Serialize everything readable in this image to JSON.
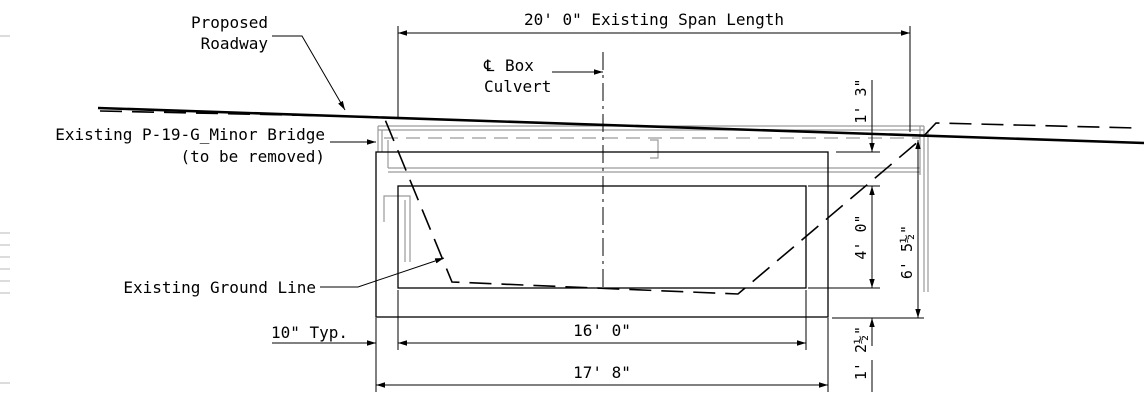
{
  "labels": {
    "proposed_line1": "Proposed",
    "proposed_line2": "Roadway",
    "span_length": "20' 0\" Existing Span Length",
    "cl_symbol": "℄",
    "cl_line1": "Box",
    "cl_line2": "Culvert",
    "existing_bridge_line1": "Existing P-19-G_Minor Bridge",
    "existing_bridge_line2": "(to be removed)",
    "ground_line": "Existing Ground Line",
    "typ_10": "10\" Typ.",
    "inner_width": "16' 0\"",
    "outer_width": "17' 8\"",
    "dim_1_3": "1' 3\"",
    "dim_4_0": "4' 0\"",
    "dim_6_5_5": "6' 5½\"",
    "dim_1_2_5": "1' 2½\""
  }
}
